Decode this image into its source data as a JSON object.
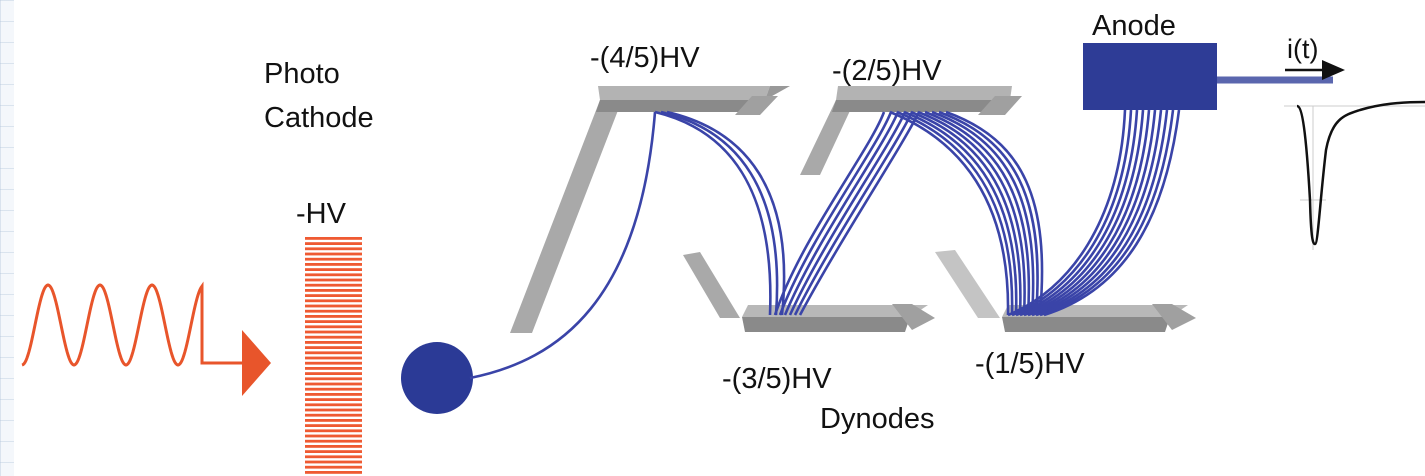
{
  "labels": {
    "photo_cathode": [
      "Photo",
      "Cathode"
    ],
    "cathode_voltage": "-HV",
    "dynode_1_voltage": "-(4/5)HV",
    "dynode_2_voltage": "-(3/5)HV",
    "dynode_3_voltage": "-(2/5)HV",
    "dynode_4_voltage": "-(1/5)HV",
    "dynodes": "Dynodes",
    "anode": "Anode",
    "current": "i(t)"
  },
  "colors": {
    "light_wave": "#e8552b",
    "cathode": "#ef5a32",
    "electron_paths": "#3a44a8",
    "electron": "#2b3a96",
    "anode": "#2e3c96",
    "dynode": "#a9a9a9",
    "dynode_dark": "#8a8a8a"
  },
  "icons": {
    "light_wave": "sine-wave",
    "electron": "filled-circle",
    "output_pulse": "negative-pulse-waveform"
  }
}
